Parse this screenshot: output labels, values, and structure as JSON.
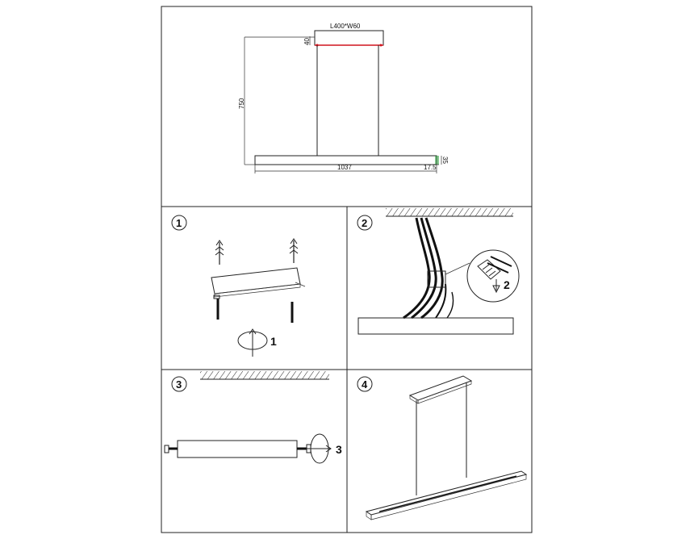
{
  "dimensions": {
    "canopy": "L400*W60",
    "canopy_height": "40",
    "drop": "750",
    "length": "1037",
    "bar_width": "17.5",
    "bar_height": "35"
  },
  "panels": [
    {
      "badge": "1",
      "action_step": "1"
    },
    {
      "badge": "2",
      "action_step": "2"
    },
    {
      "badge": "3",
      "action_step": "3"
    },
    {
      "badge": "4"
    }
  ],
  "colors": {
    "line": "#222222",
    "accent_red": "#d0151f",
    "accent_green": "#2a9d3a"
  }
}
